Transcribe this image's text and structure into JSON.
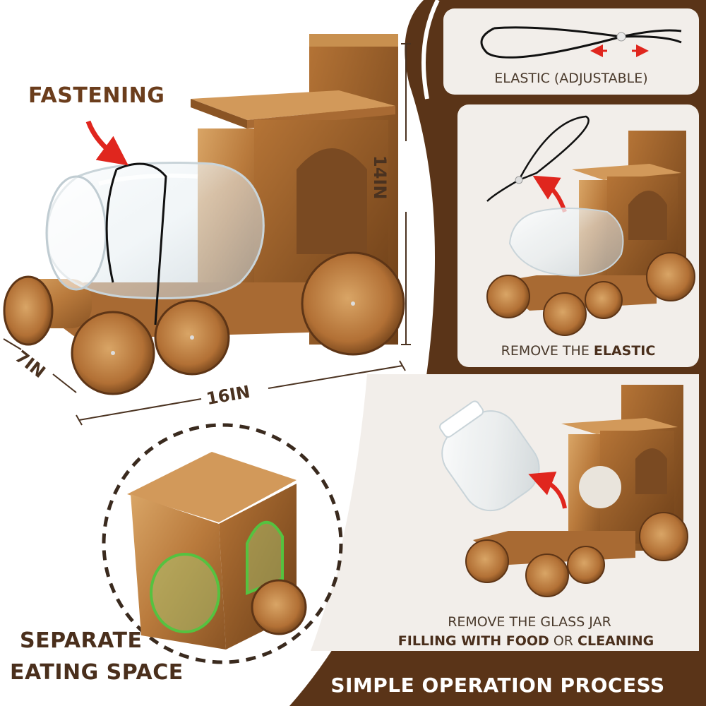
{
  "labels": {
    "fastening": "FASTENING",
    "separate_line1": "SEPARATE",
    "separate_line2": "EATING SPACE"
  },
  "dimensions": {
    "height": "14IN",
    "width": "16IN",
    "depth": "7IN"
  },
  "steps": [
    {
      "caption": "ELASTIC (ADJUSTABLE)"
    },
    {
      "caption_plain": "REMOVE THE ",
      "caption_bold": "ELASTIC"
    },
    {
      "line1": "REMOVE THE GLASS JAR",
      "line2_bold_a": "FILLING WITH FOOD",
      "line2_plain": " OR ",
      "line2_bold_b": "CLEANING"
    }
  ],
  "footer": {
    "title": "SIMPLE OPERATION PROCESS"
  },
  "colors": {
    "brand_brown": "#5a3418",
    "panel_bg": "#f2eeea",
    "arrow_red": "#e0261e",
    "wood": "#c8904f"
  }
}
